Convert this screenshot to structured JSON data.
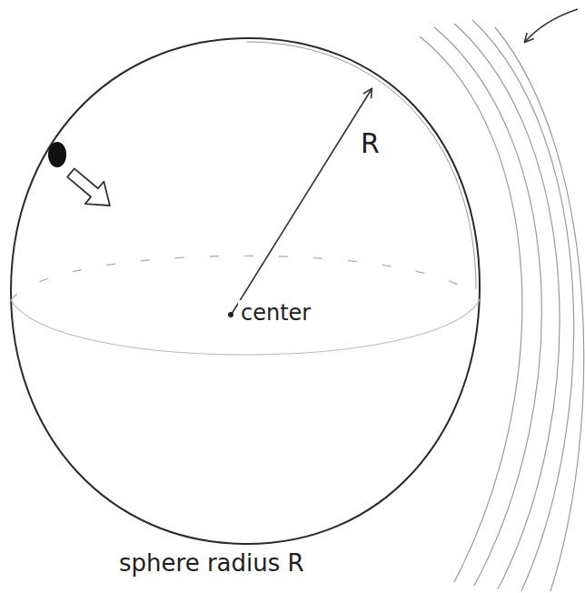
{
  "diagram": {
    "labels": [
      "R",
      "center",
      "sphere radius R"
    ]
  }
}
